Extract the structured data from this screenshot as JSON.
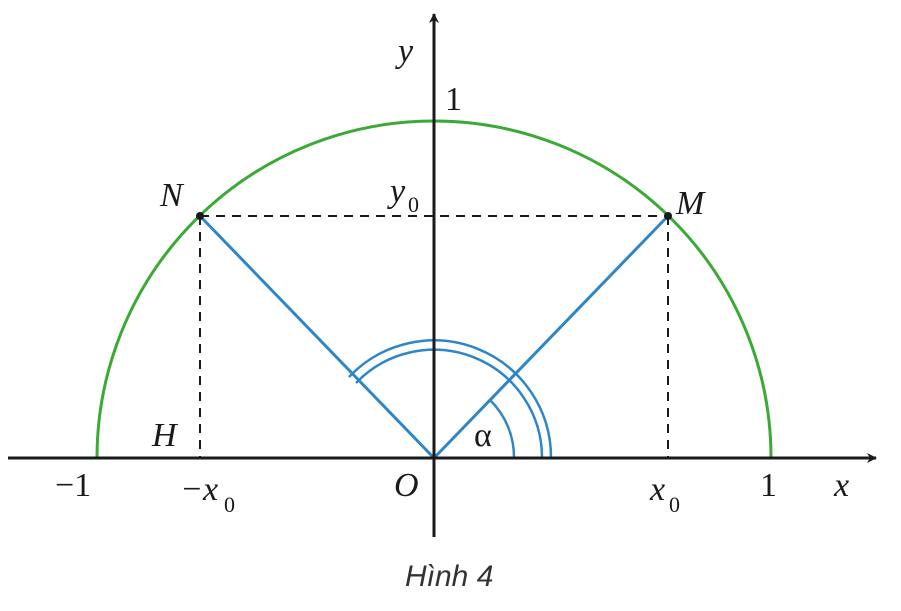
{
  "figure": {
    "caption": "Hình 4",
    "colors": {
      "axes": "#1a1a1a",
      "semicircle": "#3aaa35",
      "radius": "#2e86c8",
      "angle_arcs": "#2e86c8",
      "dashed": "#1a1a1a"
    },
    "axis_labels": {
      "x": "x",
      "y": "y"
    },
    "ticks": {
      "y_one": "1",
      "x_one": "1",
      "x_minus_one": "−1",
      "origin": "O"
    },
    "points": {
      "M": "M",
      "N": "N",
      "H": "H"
    },
    "coordinate_labels": {
      "y0_main": "y",
      "y0_sub": "0",
      "x0_main": "x",
      "x0_sub": "0",
      "neg_x0_main": "−x",
      "neg_x0_sub": "0"
    },
    "angle_label": "α"
  }
}
